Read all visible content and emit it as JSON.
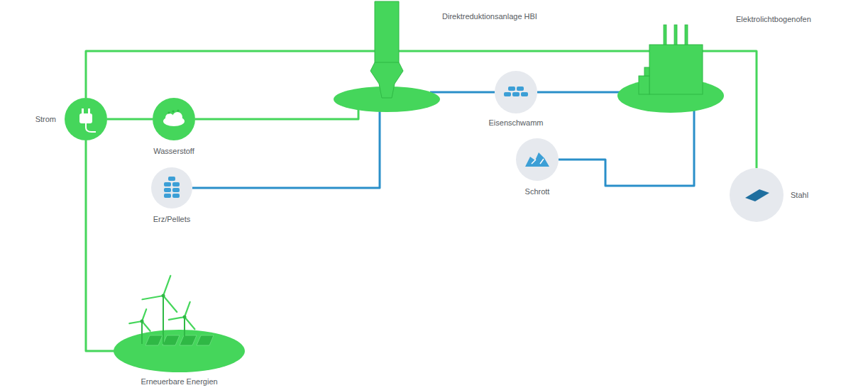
{
  "diagram": {
    "nodes": [
      {
        "text": [
          "Strom"
        ]
      },
      {
        "text": [
          "Wasserstoff"
        ]
      },
      {
        "text": [
          "Erz/Pellets"
        ]
      },
      {
        "text": [
          "Erneuerbare Energien"
        ]
      },
      {
        "text": [
          "Direktreduktionsanlage HBI"
        ]
      },
      {
        "text": [
          "Eisenschwamm"
        ]
      },
      {
        "text": [
          "Schrott"
        ]
      },
      {
        "text": [
          "Elektrolichtbogenofen"
        ]
      },
      {
        "text": [
          "Stahl"
        ]
      }
    ],
    "edges": [
      {
        "from": 3,
        "to": 0,
        "arrow": "none"
      },
      {
        "from": 0,
        "to": 1,
        "arrow": "none"
      },
      {
        "from": 1,
        "to": 4,
        "arrow": "none"
      },
      {
        "from": 2,
        "to": 4,
        "arrow": "none"
      },
      {
        "from": 4,
        "to": 5,
        "arrow": "none"
      },
      {
        "from": 5,
        "to": 7,
        "arrow": "none"
      },
      {
        "from": 6,
        "to": 7,
        "arrow": "none"
      },
      {
        "from": 0,
        "to": 7,
        "arrow": "none"
      },
      {
        "from": 7,
        "to": 8,
        "arrow": "none"
      }
    ]
  }
}
